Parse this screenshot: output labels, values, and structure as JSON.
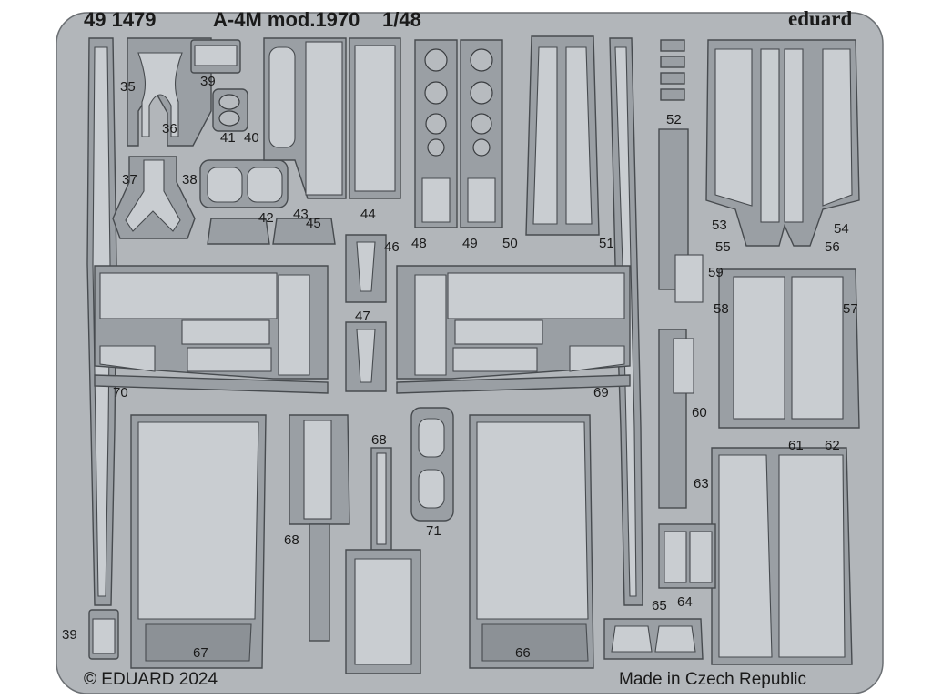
{
  "sheet": {
    "catalog_number": "49 1479",
    "title": "A-4M mod.1970",
    "scale": "1/48",
    "brand": "eduard",
    "copyright": "© EDUARD 2024",
    "origin": "Made in Czech Republic"
  },
  "part_numbers": {
    "p35": "35",
    "p36": "36",
    "p39a": "39",
    "p39b": "39",
    "p40": "40",
    "p41": "41",
    "p37": "37",
    "p38": "38",
    "p42": "42",
    "p43": "43",
    "p44": "44",
    "p45": "45",
    "p46": "46",
    "p47": "47",
    "p48": "48",
    "p49": "49",
    "p50": "50",
    "p51": "51",
    "p52": "52",
    "p53": "53",
    "p54": "54",
    "p55": "55",
    "p56": "56",
    "p57": "57",
    "p58": "58",
    "p59": "59",
    "p60": "60",
    "p61": "61",
    "p62": "62",
    "p63": "63",
    "p64": "64",
    "p65": "65",
    "p66": "66",
    "p67": "67",
    "p68a": "68",
    "p68b": "68",
    "p69": "69",
    "p70": "70",
    "p71": "71"
  },
  "colors": {
    "metal": "#b2b6ba",
    "part": "#9a9fa4",
    "outline": "#474b4f"
  }
}
